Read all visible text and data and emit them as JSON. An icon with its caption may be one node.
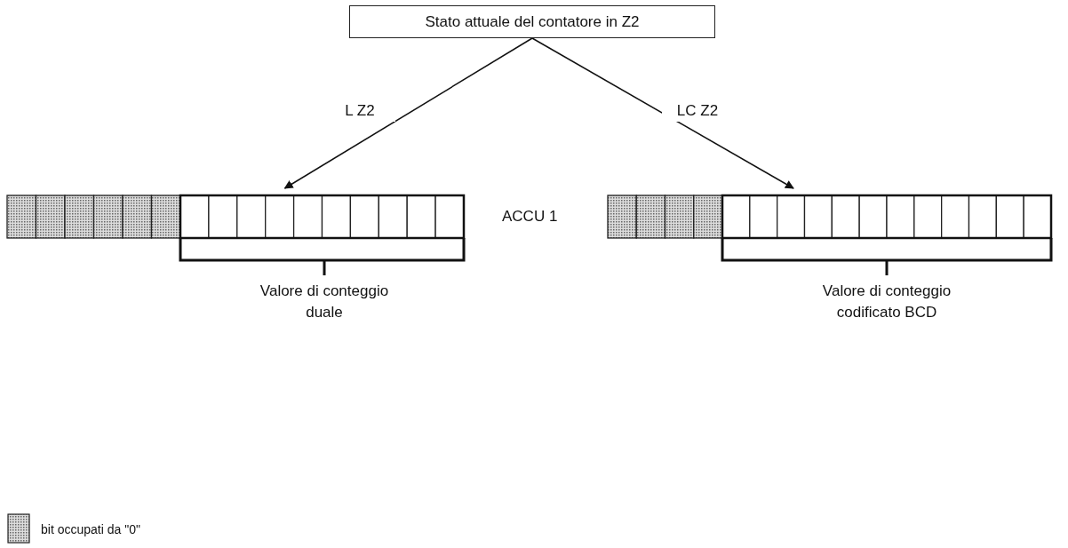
{
  "diagram": {
    "nodes": [
      {
        "text": [
          "Stato attuale del contatore in Z2"
        ]
      },
      {
        "text": [],
        "shape": "bar",
        "beside": [
          "Valore di conteggio duale"
        ]
      },
      {
        "text": [],
        "shape": "bar",
        "beside": [
          "Valore di conteggio codificato BCD"
        ]
      }
    ],
    "edges": [
      {
        "from": 0,
        "to": 1,
        "arrow": "to",
        "label": "L Z2"
      },
      {
        "from": 0,
        "to": 2,
        "arrow": "to",
        "label": "LC Z2"
      }
    ],
    "labels": [
      "ACCU 1"
    ],
    "legend": [
      {
        "text": "bit occupati da \"0\""
      }
    ]
  }
}
